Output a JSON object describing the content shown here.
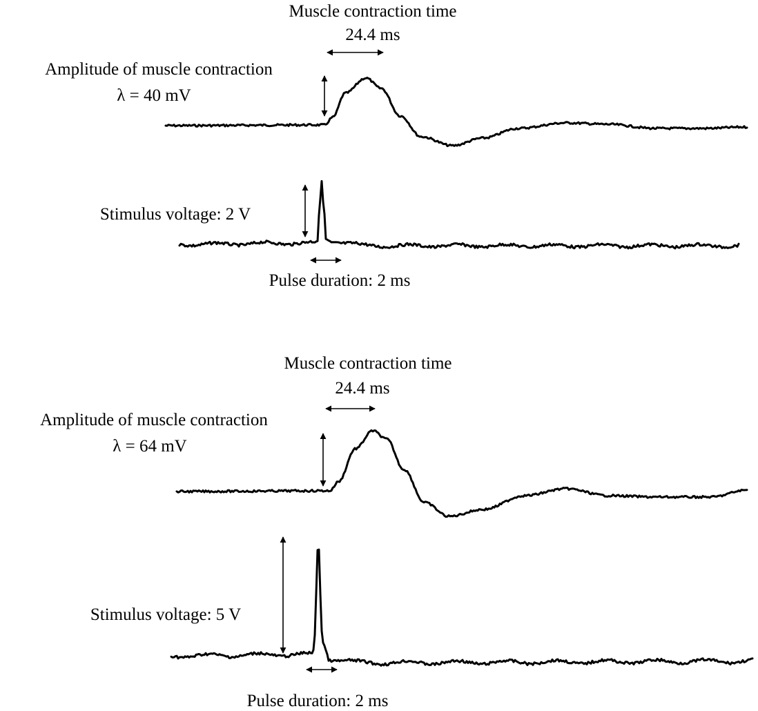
{
  "panels": [
    {
      "contraction_time_title": "Muscle contraction time",
      "contraction_time_value": "24.4 ms",
      "amplitude_title": "Amplitude of muscle contraction",
      "amplitude_value": "λ  = 40 mV",
      "stimulus_label": "Stimulus voltage: 2 V",
      "pulse_label": "Pulse duration: 2 ms"
    },
    {
      "contraction_time_title": "Muscle contraction time",
      "contraction_time_value": "24.4 ms",
      "amplitude_title": "Amplitude of muscle contraction",
      "amplitude_value": "λ  = 64 mV",
      "stimulus_label": "Stimulus voltage: 5 V",
      "pulse_label": "Pulse duration: 2 ms"
    }
  ],
  "colors": {
    "trace": "#000000",
    "background": "#ffffff"
  }
}
